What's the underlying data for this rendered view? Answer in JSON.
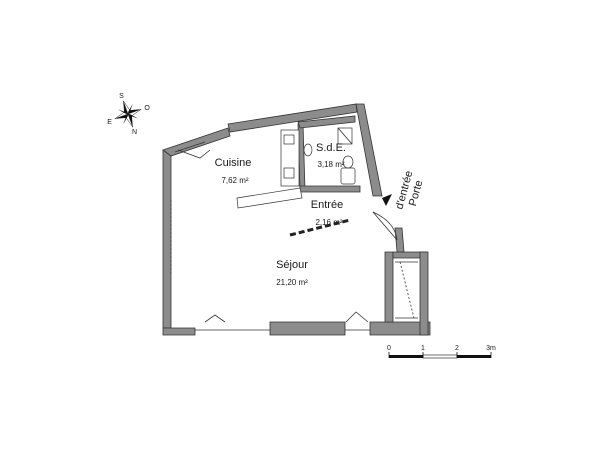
{
  "rooms": {
    "cuisine": {
      "name": "Cuisine",
      "area": "7,62 m²"
    },
    "sde": {
      "name": "S.d.E.",
      "area": "3,18 m²"
    },
    "entree": {
      "name": "Entrée",
      "area": "2,16 m²"
    },
    "sejour": {
      "name": "Séjour",
      "area": "21,20 m²"
    }
  },
  "door_label": {
    "line1": "Porte",
    "line2": "d'entrée"
  },
  "compass": {
    "n": "N",
    "e": "E",
    "s": "S",
    "w": "O"
  },
  "scale": {
    "ticks": [
      "0",
      "1",
      "2",
      "3m"
    ]
  },
  "colors": {
    "wall": "#8c8c8c",
    "line": "#333333"
  }
}
